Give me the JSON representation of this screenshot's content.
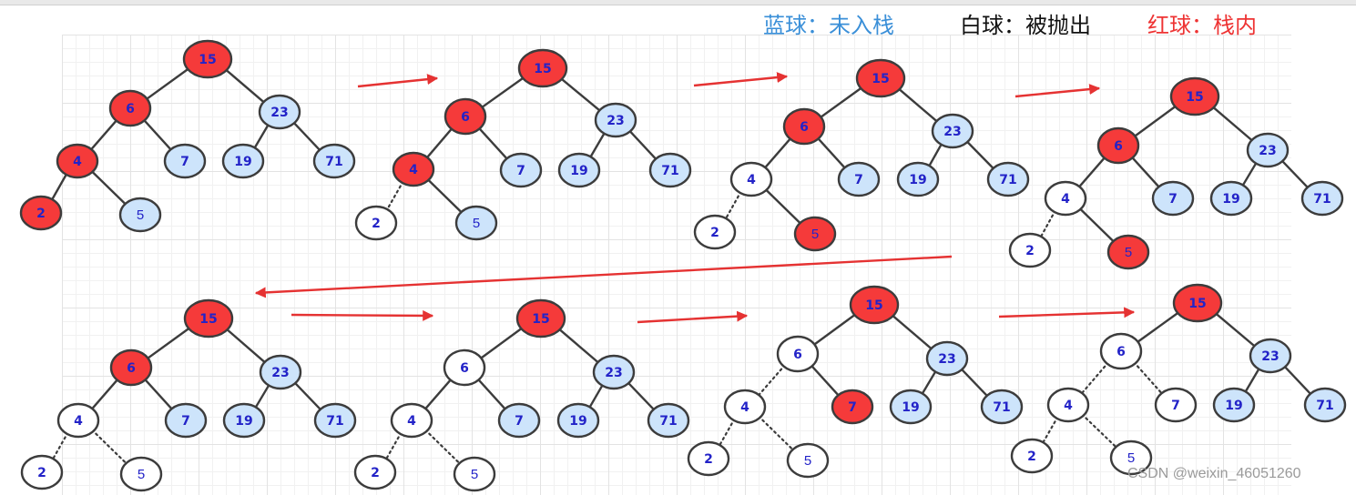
{
  "legend": [
    {
      "key": "blue",
      "label": "蓝球：未入栈"
    },
    {
      "key": "white",
      "label": "白球：被抛出"
    },
    {
      "key": "red",
      "label": "红球：栈内"
    }
  ],
  "colors": {
    "blue_fill": "#cde4fb",
    "white_fill": "#ffffff",
    "red_fill": "#f53a3a",
    "node_stroke": "#3c3c3c",
    "node_text": "#2323c8",
    "arrow": "#e53232",
    "legend_blue": "#3a8fd8",
    "legend_red": "#ee3333"
  },
  "tree": {
    "nodes": [
      "15",
      "6",
      "23",
      "4",
      "7",
      "19",
      "71",
      "2",
      "5"
    ],
    "edges": [
      [
        "15",
        "6"
      ],
      [
        "15",
        "23"
      ],
      [
        "6",
        "4"
      ],
      [
        "6",
        "7"
      ],
      [
        "23",
        "19"
      ],
      [
        "23",
        "71"
      ],
      [
        "4",
        "2"
      ],
      [
        "4",
        "5"
      ]
    ]
  },
  "steps": [
    {
      "state": {
        "15": "red",
        "6": "red",
        "4": "red",
        "2": "red",
        "5": "blue",
        "7": "blue",
        "23": "blue",
        "19": "blue",
        "71": "blue"
      },
      "dotted_edges": []
    },
    {
      "state": {
        "15": "red",
        "6": "red",
        "4": "red",
        "2": "white",
        "5": "blue",
        "7": "blue",
        "23": "blue",
        "19": "blue",
        "71": "blue"
      },
      "dotted_edges": [
        [
          "4",
          "2"
        ]
      ]
    },
    {
      "state": {
        "15": "red",
        "6": "red",
        "4": "white",
        "2": "white",
        "5": "red",
        "7": "blue",
        "23": "blue",
        "19": "blue",
        "71": "blue"
      },
      "dotted_edges": [
        [
          "4",
          "2"
        ]
      ]
    },
    {
      "state": {
        "15": "red",
        "6": "red",
        "4": "white",
        "2": "white",
        "5": "red",
        "7": "blue",
        "23": "blue",
        "19": "blue",
        "71": "blue"
      },
      "dotted_edges": [
        [
          "4",
          "2"
        ]
      ]
    },
    {
      "state": {
        "15": "red",
        "6": "red",
        "4": "white",
        "2": "white",
        "5": "white",
        "7": "blue",
        "23": "blue",
        "19": "blue",
        "71": "blue"
      },
      "dotted_edges": [
        [
          "4",
          "2"
        ],
        [
          "4",
          "5"
        ]
      ]
    },
    {
      "state": {
        "15": "red",
        "6": "white",
        "4": "white",
        "2": "white",
        "5": "white",
        "7": "blue",
        "23": "blue",
        "19": "blue",
        "71": "blue"
      },
      "dotted_edges": [
        [
          "4",
          "2"
        ],
        [
          "4",
          "5"
        ]
      ]
    },
    {
      "state": {
        "15": "red",
        "6": "white",
        "4": "white",
        "2": "white",
        "5": "white",
        "7": "red",
        "23": "blue",
        "19": "blue",
        "71": "blue"
      },
      "dotted_edges": [
        [
          "4",
          "2"
        ],
        [
          "4",
          "5"
        ],
        [
          "6",
          "4"
        ]
      ]
    },
    {
      "state": {
        "15": "red",
        "6": "white",
        "4": "white",
        "2": "white",
        "5": "white",
        "7": "white",
        "23": "blue",
        "19": "blue",
        "71": "blue"
      },
      "dotted_edges": [
        [
          "4",
          "2"
        ],
        [
          "4",
          "5"
        ],
        [
          "6",
          "4"
        ],
        [
          "6",
          "7"
        ]
      ]
    }
  ],
  "watermark": "CSDN @weixin_46051260"
}
